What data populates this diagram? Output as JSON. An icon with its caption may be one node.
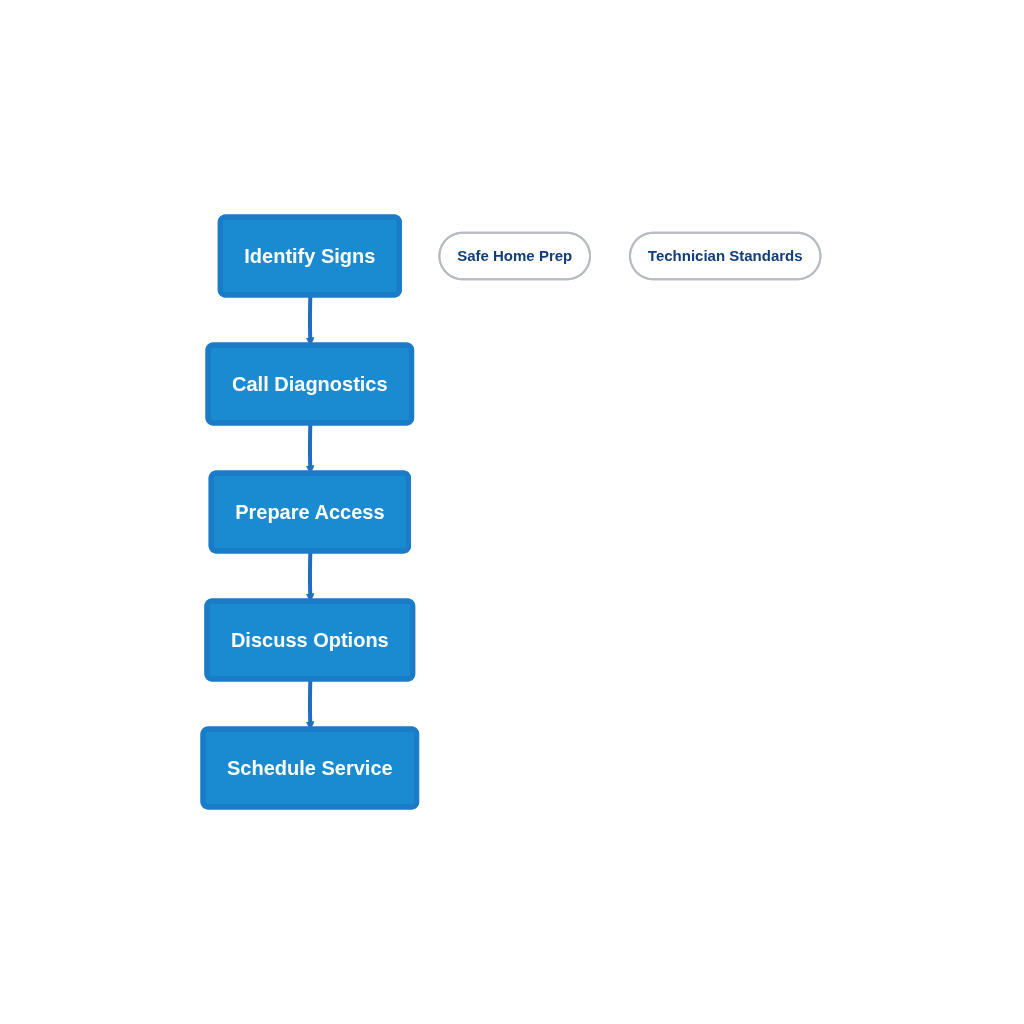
{
  "diagram": {
    "nodes": [
      {
        "text": [
          "Identify Signs"
        ]
      },
      {
        "text": [
          "Call Diagnostics"
        ]
      },
      {
        "text": [
          "Prepare Access"
        ]
      },
      {
        "text": [
          "Discuss Options"
        ]
      },
      {
        "text": [
          "Schedule Service"
        ]
      },
      {
        "text": [
          "Safe Home Prep"
        ]
      },
      {
        "text": [
          "Technician Standards"
        ]
      }
    ],
    "edges": [
      {
        "from": 0,
        "to": 1,
        "arrow": "to"
      },
      {
        "from": 1,
        "to": 2,
        "arrow": "to"
      },
      {
        "from": 2,
        "to": 3,
        "arrow": "to"
      },
      {
        "from": 3,
        "to": 4,
        "arrow": "to"
      }
    ]
  }
}
